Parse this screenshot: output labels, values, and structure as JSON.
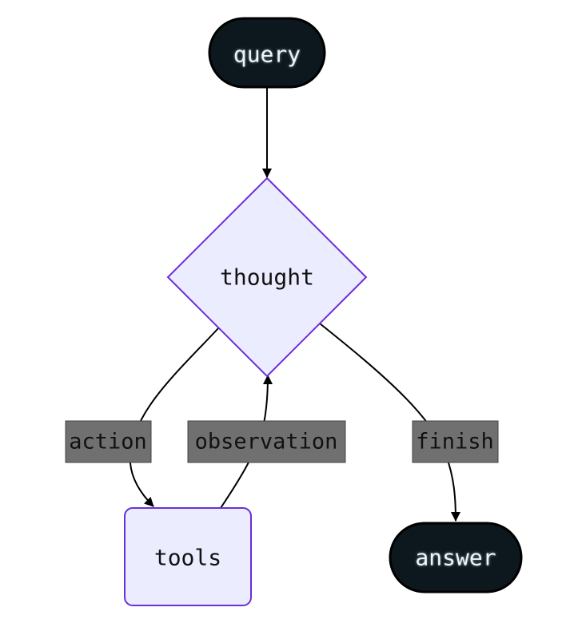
{
  "diagram": {
    "nodes": {
      "query": {
        "label": "query",
        "shape": "stadium"
      },
      "thought": {
        "label": "thought",
        "shape": "diamond"
      },
      "tools": {
        "label": "tools",
        "shape": "rounded-rect"
      },
      "answer": {
        "label": "answer",
        "shape": "stadium"
      }
    },
    "edges": [
      {
        "from": "query",
        "to": "thought",
        "label": ""
      },
      {
        "from": "thought",
        "to": "tools",
        "label": "action"
      },
      {
        "from": "tools",
        "to": "thought",
        "label": "observation"
      },
      {
        "from": "thought",
        "to": "answer",
        "label": "finish"
      }
    ],
    "edge_labels": {
      "action": "action",
      "observation": "observation",
      "finish": "finish"
    },
    "colors": {
      "terminal_fill": "#0d171e",
      "terminal_stroke": "#000000",
      "terminal_text": "#e6f7ff",
      "process_fill": "#ececff",
      "process_stroke": "#6a2fd6",
      "edge_stroke": "#000000",
      "label_fill": "#707070",
      "label_stroke": "#444444"
    }
  }
}
